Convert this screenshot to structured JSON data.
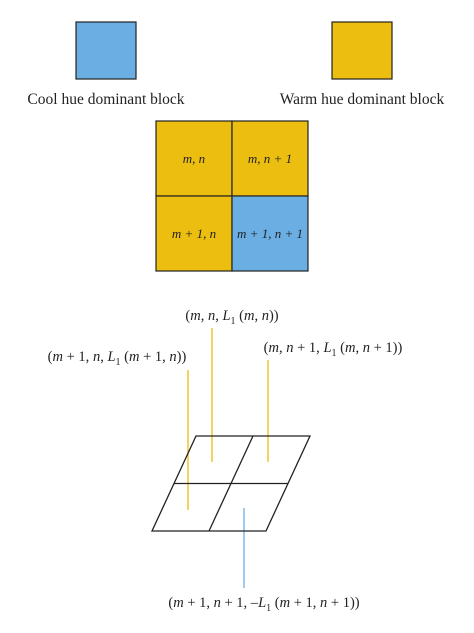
{
  "colors": {
    "cool": "#6aaee3",
    "warm": "#ecbe10",
    "stroke": "#222222"
  },
  "legend": {
    "cool_label": "Cool hue dominant block",
    "warm_label": "Warm hue dominant block"
  },
  "grid": {
    "cells": [
      {
        "label": "m, n",
        "hue": "warm"
      },
      {
        "label": "m, n + 1",
        "hue": "warm"
      },
      {
        "label": "m + 1, n",
        "hue": "warm"
      },
      {
        "label": "m + 1, n + 1",
        "hue": "cool"
      }
    ]
  },
  "coords": {
    "top": {
      "a": "(",
      "m": "m",
      "b": ", ",
      "n": "n",
      "c": ", ",
      "L": "L",
      "sub": "1",
      "d": " (",
      "m2": "m",
      "e": ", ",
      "n2": "n",
      "f": "))"
    },
    "left": {
      "a": "(",
      "m": "m",
      "b": " + 1, ",
      "n": "n",
      "c": ", ",
      "L": "L",
      "sub": "1",
      "d": " (",
      "m2": "m",
      "e": " + 1, ",
      "n2": "n",
      "f": "))"
    },
    "right": {
      "a": "(",
      "m": "m",
      "b": ", ",
      "n": "n",
      "c": " + 1, ",
      "L": "L",
      "sub": "1",
      "d": " (",
      "m2": "m",
      "e": ", ",
      "n2": "n",
      "f": " + 1))"
    },
    "bottom": {
      "a": "(",
      "m": "m",
      "b": " + 1, ",
      "n": "n",
      "c": " + 1, –",
      "L": "L",
      "sub": "1",
      "d": " (",
      "m2": "m",
      "e": " + 1, ",
      "n2": "n",
      "f": " + 1))"
    }
  }
}
